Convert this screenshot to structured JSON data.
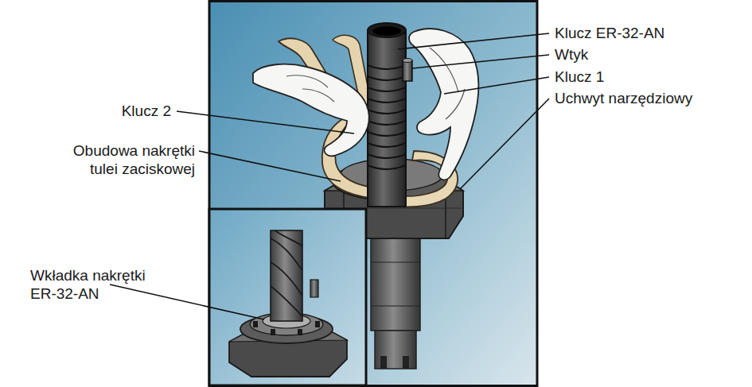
{
  "diagram": {
    "labels": [
      "Klucz ER-32-AN",
      "Wtyk",
      "Klucz 1",
      "Uchwyt narzędziowy",
      "Klucz 2",
      "Obudowa nakrętki tulei zaciskowej",
      "Wkładka nakrętki ER-32-AN"
    ]
  }
}
